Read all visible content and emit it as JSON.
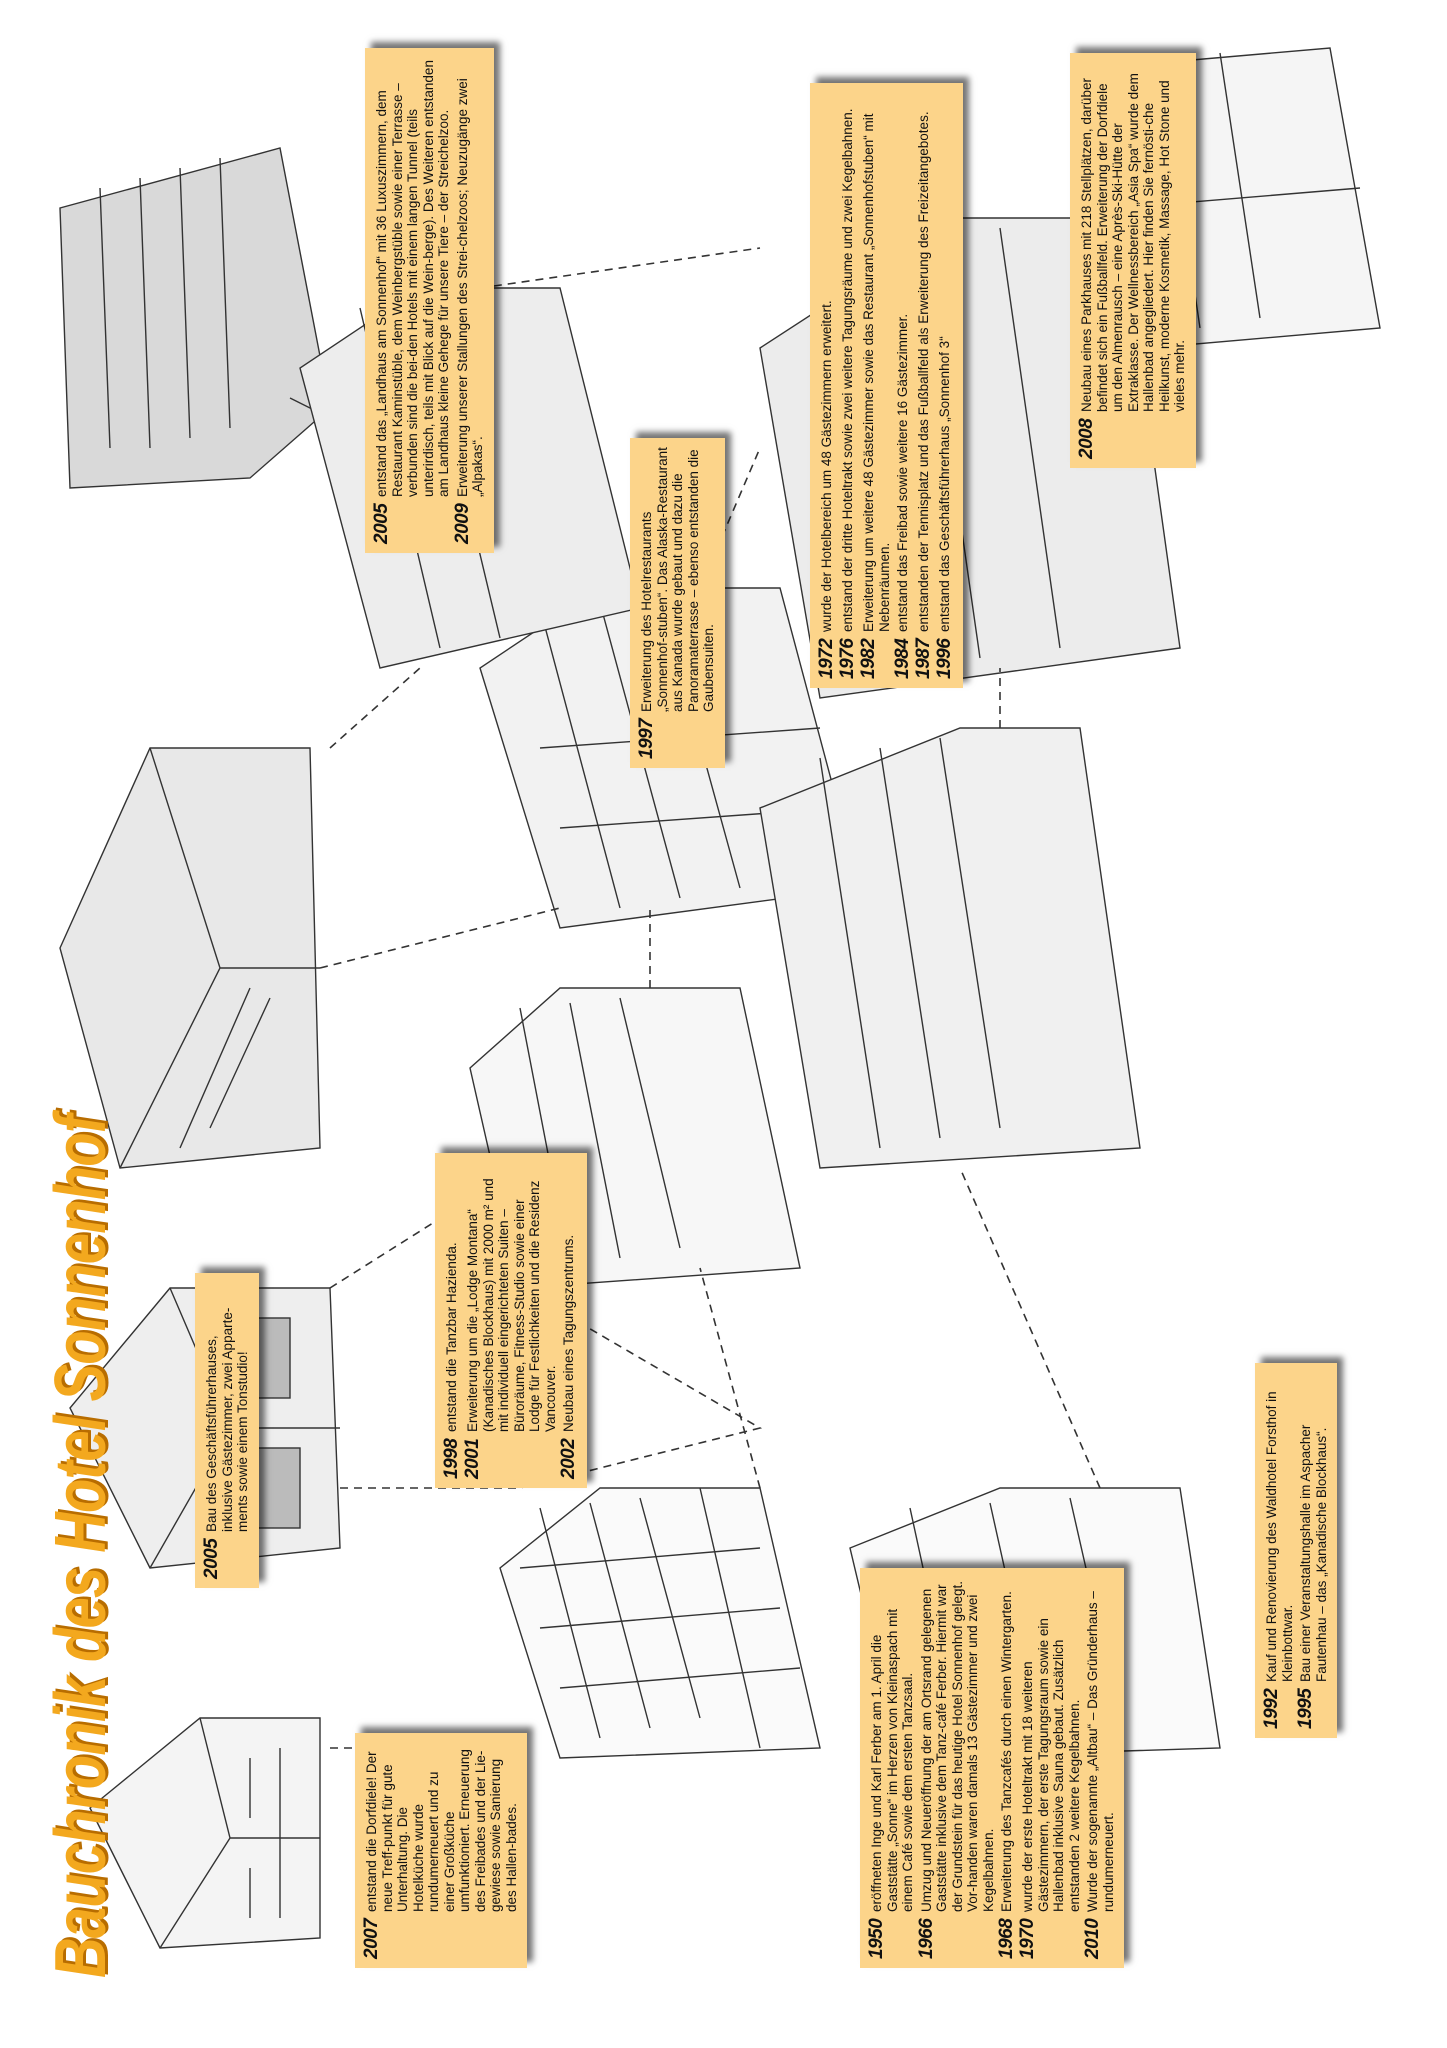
{
  "title": "Bauchronik des Hotel Sonnenhof",
  "colors": {
    "title": "#f3a81e",
    "note_background": "#fcd48a"
  },
  "notes": {
    "n2007": [
      {
        "year": "2007",
        "text": "entstand die Dorfdiele! Der neue Treff-punkt für gute Unterhaltung. Die Hotelküche wurde rundumerneuert und zu einer Großküche umfunktioniert. Erneuerung des Freibades und der Lie-gewiese sowie Sanierung des Hallen-bades."
      }
    ],
    "n2005a": [
      {
        "year": "2005",
        "text": "Bau des Geschäftsführerhauses, inklusive Gästezimmer, zwei Apparte-ments sowie einem Tonstudio!"
      }
    ],
    "n1998": [
      {
        "year": "1998",
        "text": "entstand die Tanzbar Hazienda."
      },
      {
        "year": "2001",
        "text": "Erweiterung um die „Lodge Montana“ (Kanadisches Blockhaus) mit 2000 m² und mit individuell eingerichteten Suiten – Büroräume, Fitness-Studio sowie einer Lodge für Festlichkeiten und die Residenz Vancouver."
      },
      {
        "year": "2002",
        "text": "Neubau eines Tagungszentrums."
      }
    ],
    "n1950": [
      {
        "year": "1950",
        "text": "eröffneten Inge und Karl Ferber am 1. April die Gaststätte „Sonne“ im Herzen von Kleinaspach mit einem Café sowie dem ersten Tanzsaal."
      },
      {
        "year": "1966",
        "text": "Umzug und Neueröffnung der am Ortsrand gelegenen Gaststätte inklusive dem Tanz-café Ferber. Hiermit war der Grundstein für das heutige Hotel Sonnenhof gelegt. Vor-handen waren damals 13 Gästezimmer und zwei Kegelbahnen."
      },
      {
        "year": "1968",
        "text": "Erweiterung des Tanzcafés durch einen Wintergarten."
      },
      {
        "year": "1970",
        "text": "wurde der erste Hoteltrakt mit 18 weiteren Gästezimmern, der erste Tagungsraum sowie ein Hallenbad inklusive Sauna gebaut. Zusätzlich entstanden 2 weitere Kegelbahnen."
      },
      {
        "year": "2010",
        "text": "Wurde der sogenannte „Altbau“ – Das Gründerhaus – rundumerneuert."
      }
    ],
    "n1992": [
      {
        "year": "1992",
        "text": "Kauf und Renovierung des Waldhotel Forsthof in Kleinbottwar."
      },
      {
        "year": "1995",
        "text": "Bau einer Veranstaltungshalle im Aspacher Fautenhau – das „Kanadische Blockhaus“."
      }
    ],
    "n1997": [
      {
        "year": "1997",
        "text": "Erweiterung des Hotelrestaurants „Sonnenhof-stuben“. Das Alaska-Restaurant aus Kanada wurde gebaut und dazu die Panoramaterrasse – ebenso entstanden die Gaubensuiten."
      }
    ],
    "n2005b": [
      {
        "year": "2005",
        "text": "entstand das „Landhaus am Sonnenhof“ mit 36 Luxuszimmern, dem Restaurant Kaminstüble, dem Weinbergstüble sowie einer Terrasse – verbunden sind die bei-den Hotels mit einem langen Tunnel (teils unterirdisch, teils mit Blick auf die Wein-berge). Des Weiteren entstanden am Landhaus kleine Gehege für unsere Tiere – der Streichelzoo."
      },
      {
        "year": "2009",
        "text": "Erweiterung unserer Stallungen des Strei-chelzoos; Neuzugänge zwei „Alpakas“."
      }
    ],
    "n1972": [
      {
        "year": "1972",
        "text": "wurde der Hotelbereich um 48 Gästezimmern erweitert."
      },
      {
        "year": "1976",
        "text": "entstand der dritte Hoteltrakt sowie zwei weitere Tagungsräume und zwei Kegelbahnen."
      },
      {
        "year": "1982",
        "text": "Erweiterung um weitere 48 Gästezimmer sowie das Restaurant „Sonnenhofstuben“ mit Nebenräumen."
      },
      {
        "year": "1984",
        "text": "entstand das Freibad sowie weitere 16 Gästezimmer."
      },
      {
        "year": "1987",
        "text": "entstanden der Tennisplatz und das Fußballfeld als Erweiterung des Freizeitangebotes."
      },
      {
        "year": "1996",
        "text": "entstand das Geschäftsführerhaus „Sonnenhof 3“"
      }
    ],
    "n2008": [
      {
        "year": "2008",
        "text": "Neubau eines Parkhauses mit 218 Stellplätzen, darüber befindet sich ein Fußballfeld. Erweiterung der Dorfdiele um den Almenrausch – eine Après-Ski-Hütte der Extraklasse. Der Wellnessbereich „Asia Spa“ wurde dem Hallenbad angegliedert. Hier finden Sie fernösti-che Heilkunst, moderne Kosmetik, Massage, Hot Stone und vieles mehr."
      }
    ]
  }
}
